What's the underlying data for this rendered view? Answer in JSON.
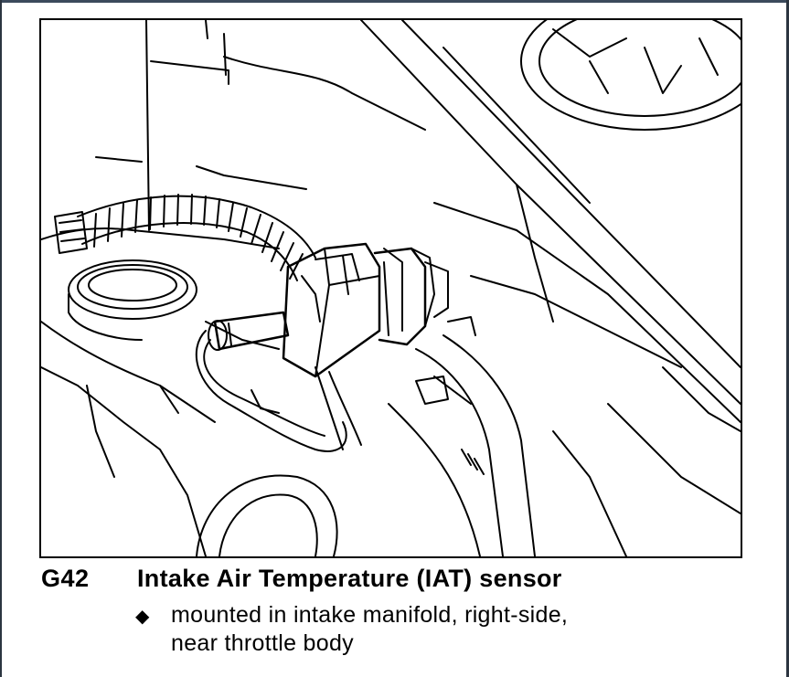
{
  "caption": {
    "code": "G42",
    "title": "Intake Air Temperature (IAT) sensor"
  },
  "note": {
    "bullet_icon": "diamond-bullet-icon",
    "line1": "mounted in intake manifold, right-side,",
    "line2": "near throttle body"
  },
  "colors": {
    "ink": "#000000",
    "paper": "#ffffff",
    "window_edge": "#3c4a5c"
  }
}
